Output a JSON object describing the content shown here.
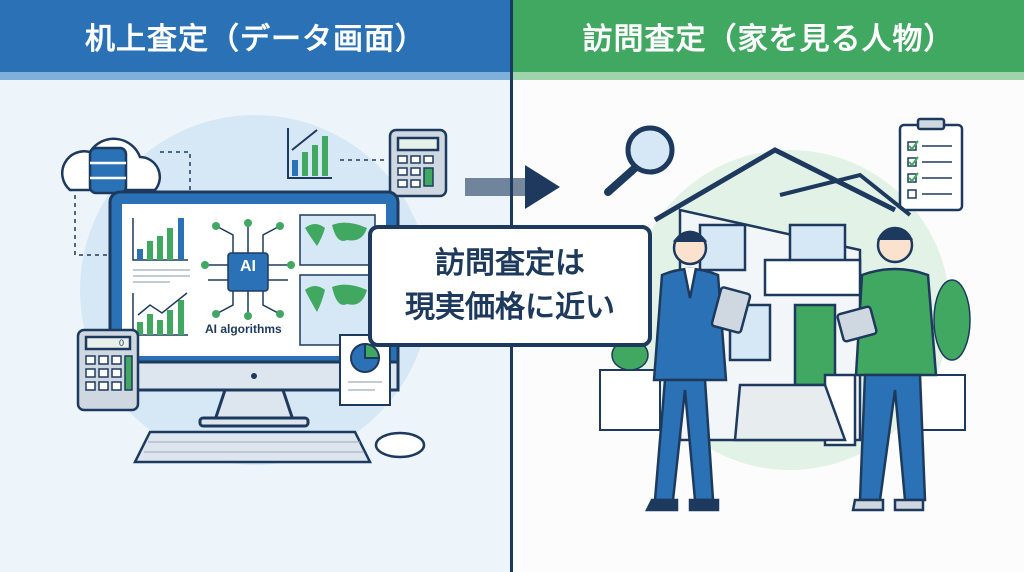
{
  "left_panel": {
    "title": "机上査定（データ画面）",
    "ai_chip": "AI",
    "ai_caption": "AI algorithms",
    "calculator_display": "0"
  },
  "right_panel": {
    "title": "訪問査定（家を見る人物）"
  },
  "callout": {
    "line1": "訪問査定は",
    "line2": "現実価格に近い"
  },
  "colors": {
    "blue_header": "#2a72b5",
    "green_header": "#41a862",
    "navy": "#1d3a5e"
  }
}
